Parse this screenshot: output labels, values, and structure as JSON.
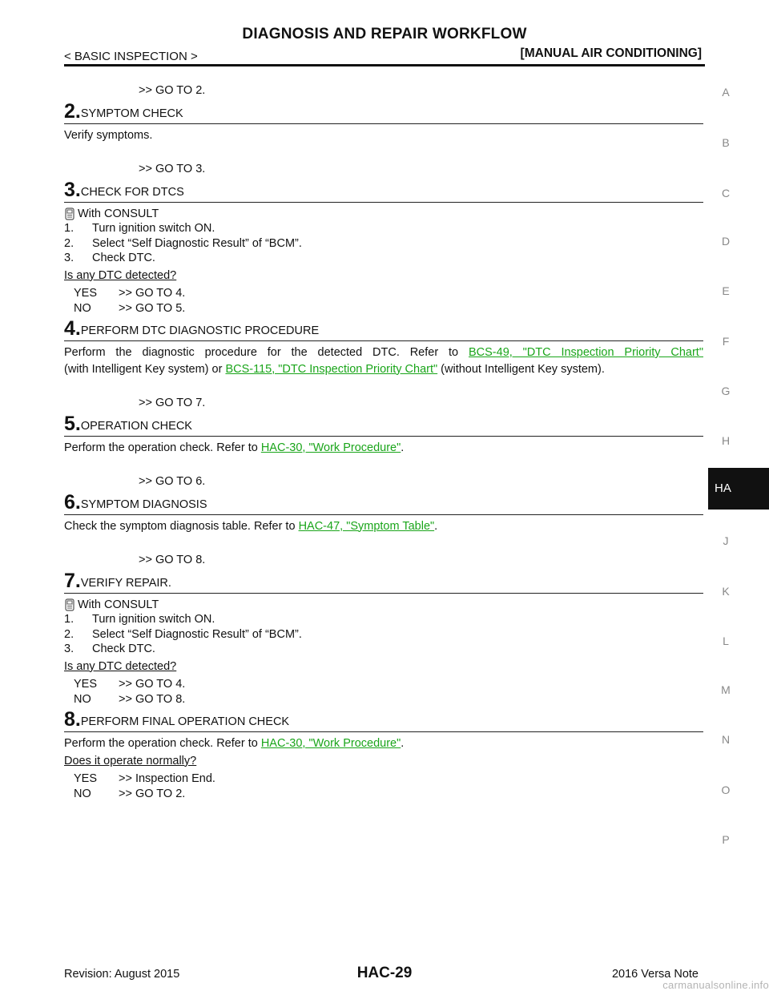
{
  "header": {
    "title": "DIAGNOSIS AND REPAIR WORKFLOW",
    "left": "< BASIC INSPECTION >",
    "right": "[MANUAL AIR CONDITIONING]"
  },
  "intro_goto": ">> GO TO 2.",
  "steps": [
    {
      "num": "2.",
      "title": "SYMPTOM CHECK",
      "text": "Verify symptoms.",
      "goto": ">> GO TO 3."
    },
    {
      "num": "3.",
      "title": "CHECK FOR DTCS",
      "consult": "With CONSULT",
      "list": [
        {
          "n": "1.",
          "t": "Turn ignition switch ON."
        },
        {
          "n": "2.",
          "t": "Select “Self Diagnostic Result” of “BCM”."
        },
        {
          "n": "3.",
          "t": "Check DTC."
        }
      ],
      "question": "Is any DTC detected?",
      "answers": [
        {
          "k": "YES",
          "v": ">> GO TO 4."
        },
        {
          "k": "NO",
          "v": ">> GO TO 5."
        }
      ]
    },
    {
      "num": "4.",
      "title": "PERFORM DTC DIAGNOSTIC PROCEDURE",
      "text_a": "Perform the diagnostic procedure for the detected DTC. Refer to",
      "link_a": "BCS-49, \"DTC Inspection Priority Chart\"",
      "text_b": "(with Intelligent Key system) or",
      "link_b": "BCS-115, \"DTC Inspection Priority Chart\"",
      "text_c": "(without Intelligent Key system).",
      "goto": ">> GO TO 7."
    },
    {
      "num": "5.",
      "title": "OPERATION CHECK",
      "text_a": "Perform the operation check. Refer to",
      "link": "HAC-30, \"Work Procedure\"",
      "text_b": ".",
      "goto": ">> GO TO 6."
    },
    {
      "num": "6.",
      "title": "SYMPTOM DIAGNOSIS",
      "text_a": "Check the symptom diagnosis table. Refer to",
      "link": "HAC-47, \"Symptom Table\"",
      "text_b": ".",
      "goto": ">> GO TO 8."
    },
    {
      "num": "7.",
      "title": "VERIFY REPAIR.",
      "consult": "With CONSULT",
      "list": [
        {
          "n": "1.",
          "t": "Turn ignition switch ON."
        },
        {
          "n": "2.",
          "t": "Select “Self Diagnostic Result” of “BCM”."
        },
        {
          "n": "3.",
          "t": "Check DTC."
        }
      ],
      "question": "Is any DTC detected?",
      "answers": [
        {
          "k": "YES",
          "v": ">> GO TO 4."
        },
        {
          "k": "NO",
          "v": ">> GO TO 8."
        }
      ]
    },
    {
      "num": "8.",
      "title": "PERFORM FINAL OPERATION CHECK",
      "text_a": "Perform the operation check. Refer to",
      "link": "HAC-30, \"Work Procedure\"",
      "text_b": ".",
      "question": "Does it operate normally?",
      "answers": [
        {
          "k": "YES",
          "v": ">> Inspection End."
        },
        {
          "k": "NO",
          "v": ">> GO TO 2."
        }
      ]
    }
  ],
  "side_index": [
    "A",
    "B",
    "C",
    "D",
    "E",
    "F",
    "G",
    "H",
    "J",
    "K",
    "L",
    "M",
    "N",
    "O",
    "P"
  ],
  "side_tab": "HA",
  "footer": {
    "left": "Revision: August 2015",
    "center": "HAC-29",
    "right": "2016 Versa Note",
    "watermark": "carmanualsonline.info"
  },
  "colors": {
    "link": "#1aa51a",
    "text": "#111111",
    "side_letters": "#888888"
  }
}
